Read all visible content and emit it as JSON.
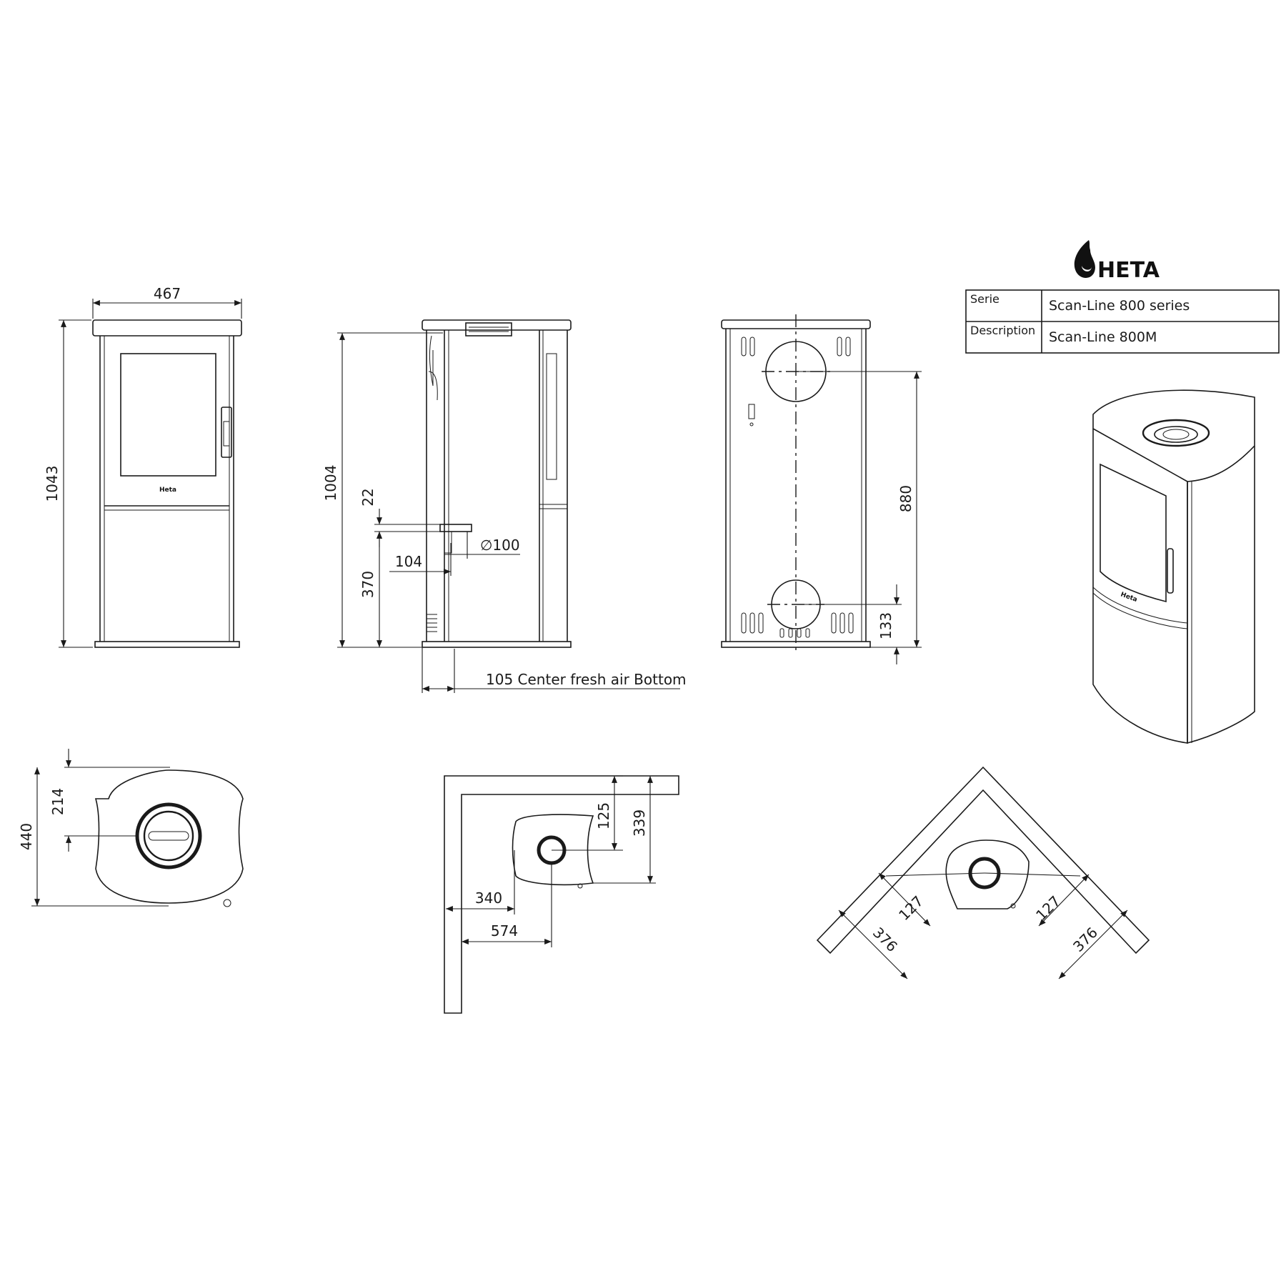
{
  "brand": {
    "name": "HETA",
    "plate_text": "Heta"
  },
  "title_block": {
    "rows": [
      {
        "label": "Serie",
        "value": "Scan-Line 800 series"
      },
      {
        "label": "Description",
        "value": "Scan-Line 800M"
      }
    ]
  },
  "dimensions": {
    "front_width": "467",
    "front_height": "1043",
    "side_height": "1004",
    "air_inlet_height": "22",
    "air_inlet_diameter": "∅100",
    "air_inlet_offset": "104",
    "air_inlet_elevation": "370",
    "fresh_air_note": "105 Center fresh air Bottom",
    "rear_upper_outlet_height": "880",
    "rear_lower_outlet_height": "133",
    "top_depth": "440",
    "top_flue_offset": "214",
    "wall_flue_offset_y": "125",
    "wall_depth": "339",
    "wall_flue_offset_x": "340",
    "wall_width": "574",
    "corner_offset_left": "127",
    "corner_offset_right": "127",
    "corner_distance_left": "376",
    "corner_distance_right": "376"
  },
  "colors": {
    "line": "#1a1a1a",
    "background": "#ffffff"
  }
}
